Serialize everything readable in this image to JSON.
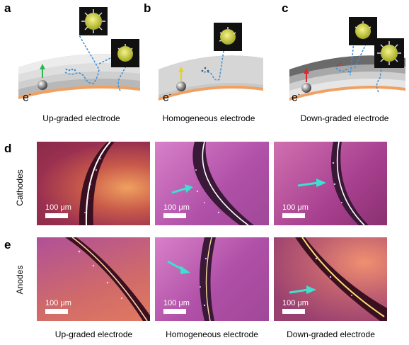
{
  "panels": {
    "a": {
      "label": "a",
      "caption": "Up-graded electrode"
    },
    "b": {
      "label": "b",
      "caption": "Homogeneous electrode"
    },
    "c": {
      "label": "c",
      "caption": "Down-graded electrode"
    },
    "d": {
      "label": "d",
      "row_label": "Cathodes"
    },
    "e": {
      "label": "e",
      "row_label": "Anodes"
    }
  },
  "electron_symbol": "e",
  "electron_superscript": "-",
  "scale_bar_text": "100 μm",
  "bottom_captions": [
    "Up-graded electrode",
    "Homogeneous electrode",
    "Down-graded electrode"
  ],
  "colors": {
    "arrow_a": "#2fb84a",
    "arrow_b": "#e6d21c",
    "arrow_c": "#e0262a",
    "current_collector": "#e8a06a",
    "ion_path": "#3a8fd8",
    "cyan_arrow": "#3ee0cf"
  }
}
